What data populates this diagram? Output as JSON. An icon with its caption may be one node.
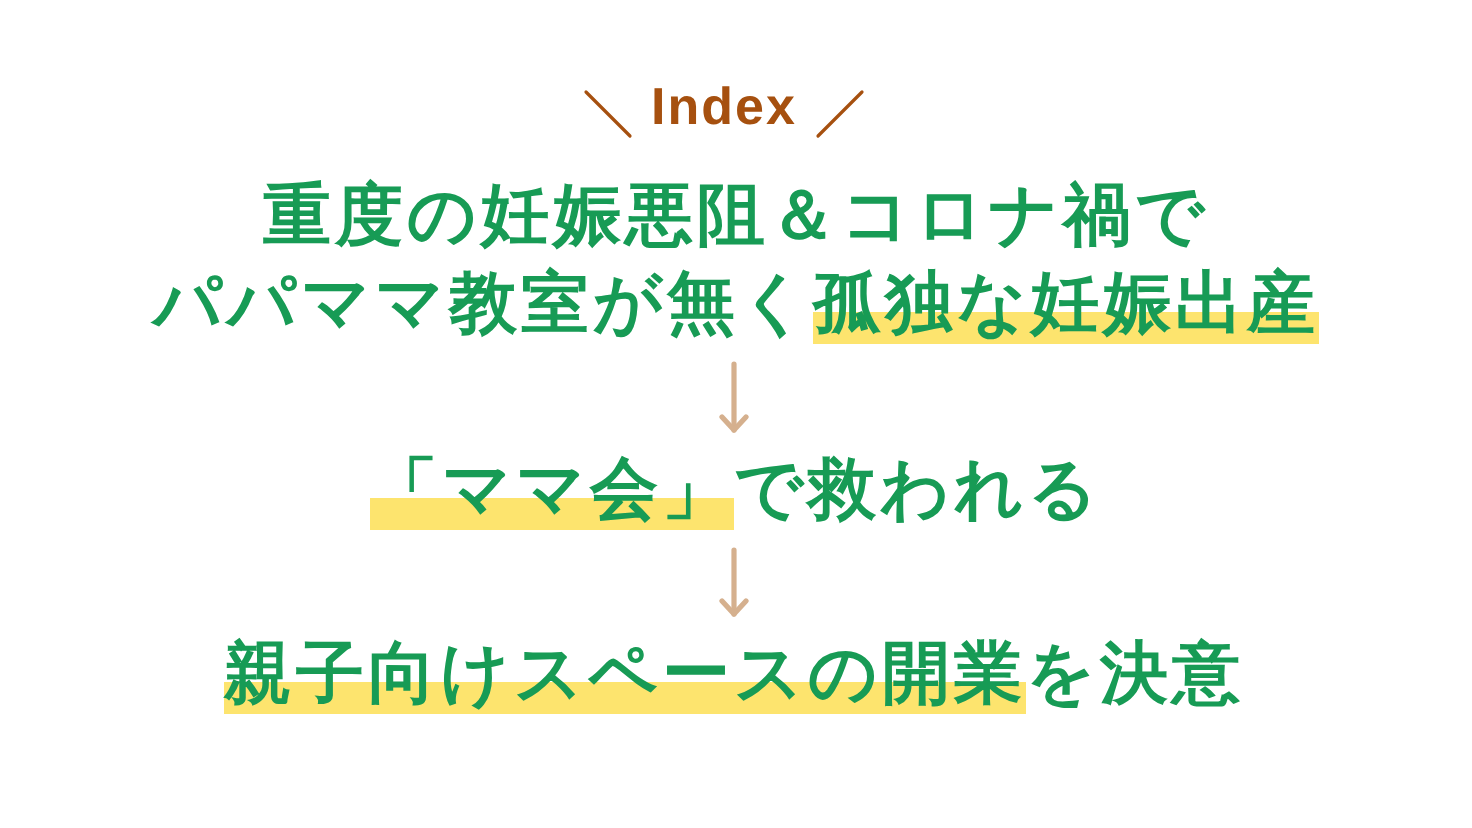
{
  "diagram": {
    "title": "Index",
    "nodes": [
      {
        "text": [
          "重度の妊娠悪阻＆コロナ禍でパパママ教室が無く**孤独な妊娠出産**"
        ]
      },
      {
        "text": [
          "**「ママ会」**で救われる"
        ]
      },
      {
        "text": [
          "**親子向けスペースの開業**を決意"
        ]
      }
    ],
    "edges": [
      {
        "from": 0,
        "to": 1,
        "arrow": "to"
      },
      {
        "from": 1,
        "to": 2,
        "arrow": "to"
      }
    ]
  }
}
